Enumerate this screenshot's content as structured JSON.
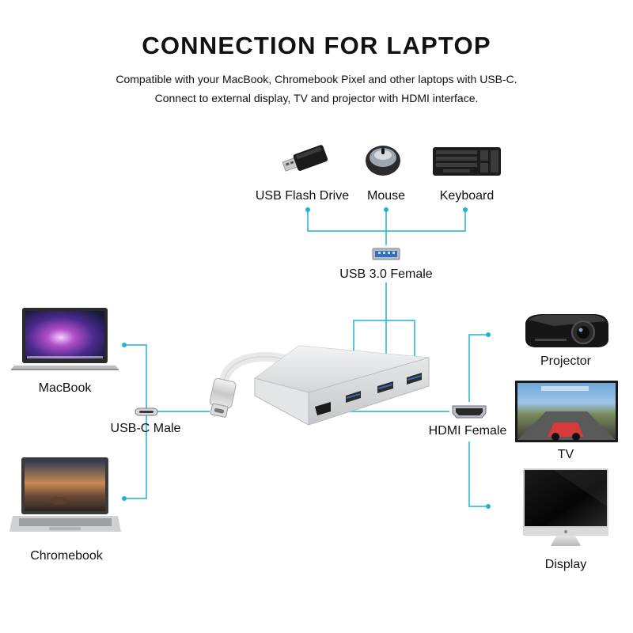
{
  "header": {
    "title": "CONNECTION FOR LAPTOP",
    "subtitle_line1": "Compatible with your MacBook, Chromebook Pixel and other laptops with USB-C.",
    "subtitle_line2": "Connect to external display, TV and projector with HDMI interface."
  },
  "devices": {
    "usb_flash_drive": "USB Flash Drive",
    "mouse": "Mouse",
    "keyboard": "Keyboard",
    "macbook": "MacBook",
    "chromebook": "Chromebook",
    "projector": "Projector",
    "tv": "TV",
    "display": "Display"
  },
  "ports": {
    "usb3_female": "USB 3.0 Female",
    "usbc_male": "USB-C Male",
    "hdmi_female": "HDMI Female"
  },
  "colors": {
    "connector_line": "#1fb4d6",
    "hub_body": "#d9dadc"
  }
}
